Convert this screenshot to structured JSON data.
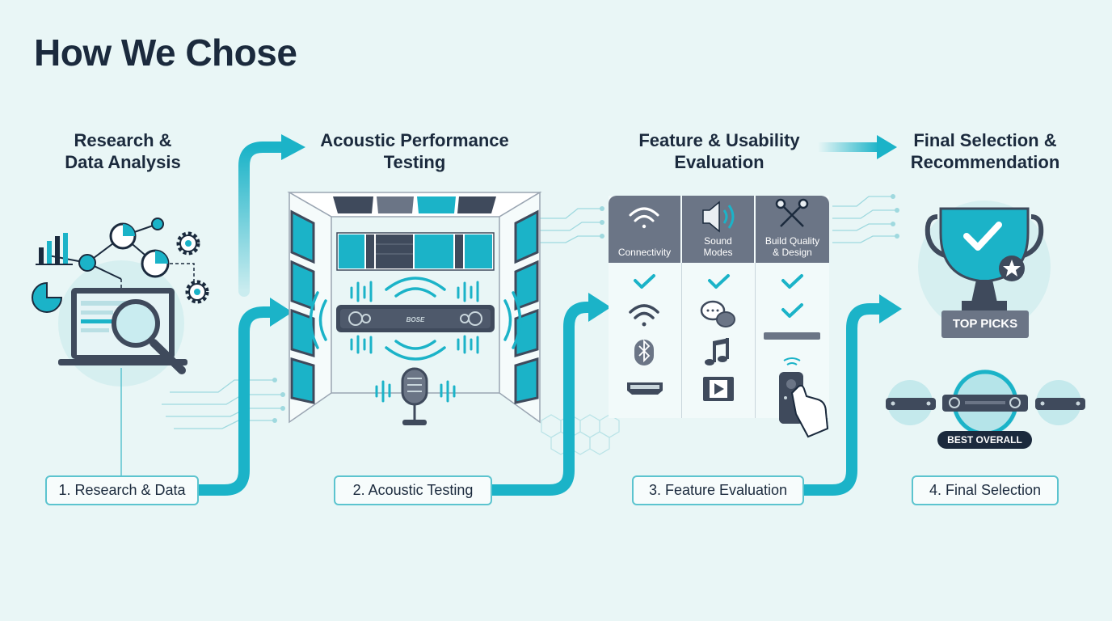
{
  "page_title": "How We Chose",
  "stages": [
    {
      "title_lines": [
        "Research &",
        "Data Analysis"
      ],
      "step_label": "1. Research & Data"
    },
    {
      "title_lines": [
        "Acoustic Performance",
        "Testing"
      ],
      "step_label": "2. Acoustic Testing"
    },
    {
      "title_lines": [
        "Feature & Usability",
        "Evaluation"
      ],
      "step_label": "3. Feature Evaluation"
    },
    {
      "title_lines": [
        "Final Selection &",
        "Recommendation"
      ],
      "step_label": "4. Final Selection"
    }
  ],
  "feature_table": {
    "columns": [
      {
        "label_lines": [
          "Connectivity"
        ],
        "icon": "wifi-icon"
      },
      {
        "label_lines": [
          "Sound",
          "Modes"
        ],
        "icon": "speaker-icon"
      },
      {
        "label_lines": [
          "Build Quality",
          "& Design"
        ],
        "icon": "tools-icon"
      }
    ]
  },
  "soundbar_brand": "BOSE",
  "badges": {
    "top_picks": "TOP PICKS",
    "best_overall": "BEST OVERALL"
  },
  "colors": {
    "background": "#e9f6f6",
    "accent": "#1bb3c8",
    "dark": "#1b2a3d",
    "slate": "#6b7586",
    "panel": "#3f4a5c"
  }
}
